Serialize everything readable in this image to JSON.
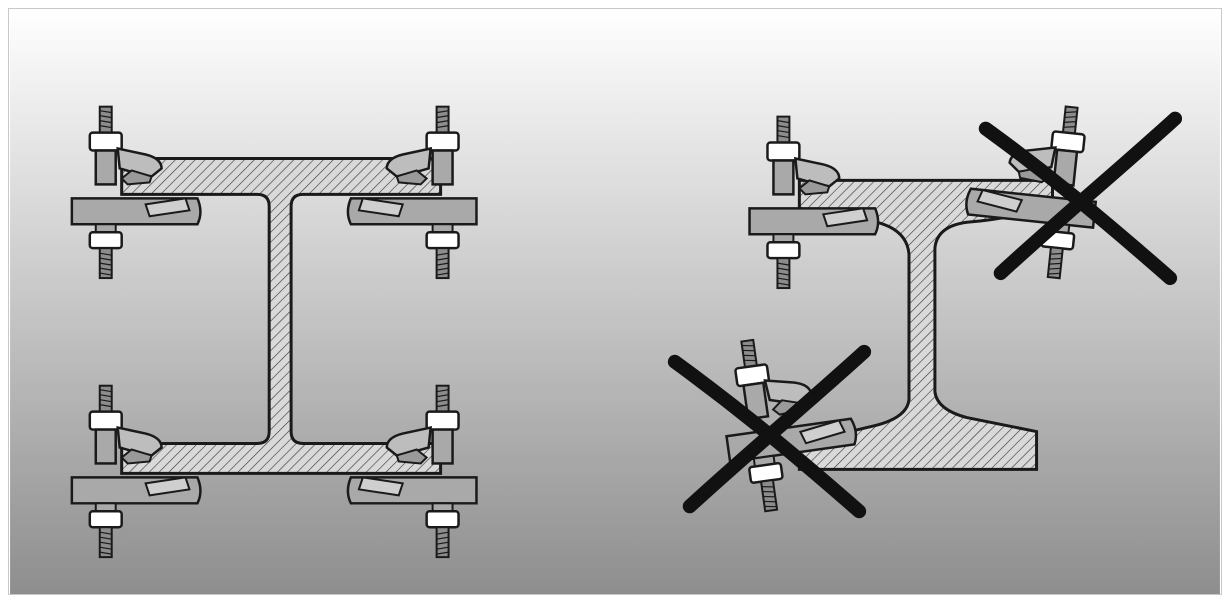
{
  "figure": {
    "panels": [
      {
        "id": "correct",
        "clamp_count": 4,
        "marked_incorrect": false
      },
      {
        "id": "incorrect",
        "clamp_count": 3,
        "marked_incorrect": true,
        "crossed_clamp_count": 2
      }
    ],
    "colors": {
      "background_top": "#ffffff",
      "background_bottom": "#8e8e8e",
      "steel": "#d9d9d9",
      "clamp_metal": "#a9a9a9",
      "clamp_light": "#cfcfcf",
      "nut": "#ffffff",
      "outline": "#1a1a1a",
      "cross": "#111111"
    },
    "icons": [
      "i-beam-icon",
      "rail-section-icon",
      "beam-clamp-icon",
      "cross-mark-icon"
    ]
  }
}
